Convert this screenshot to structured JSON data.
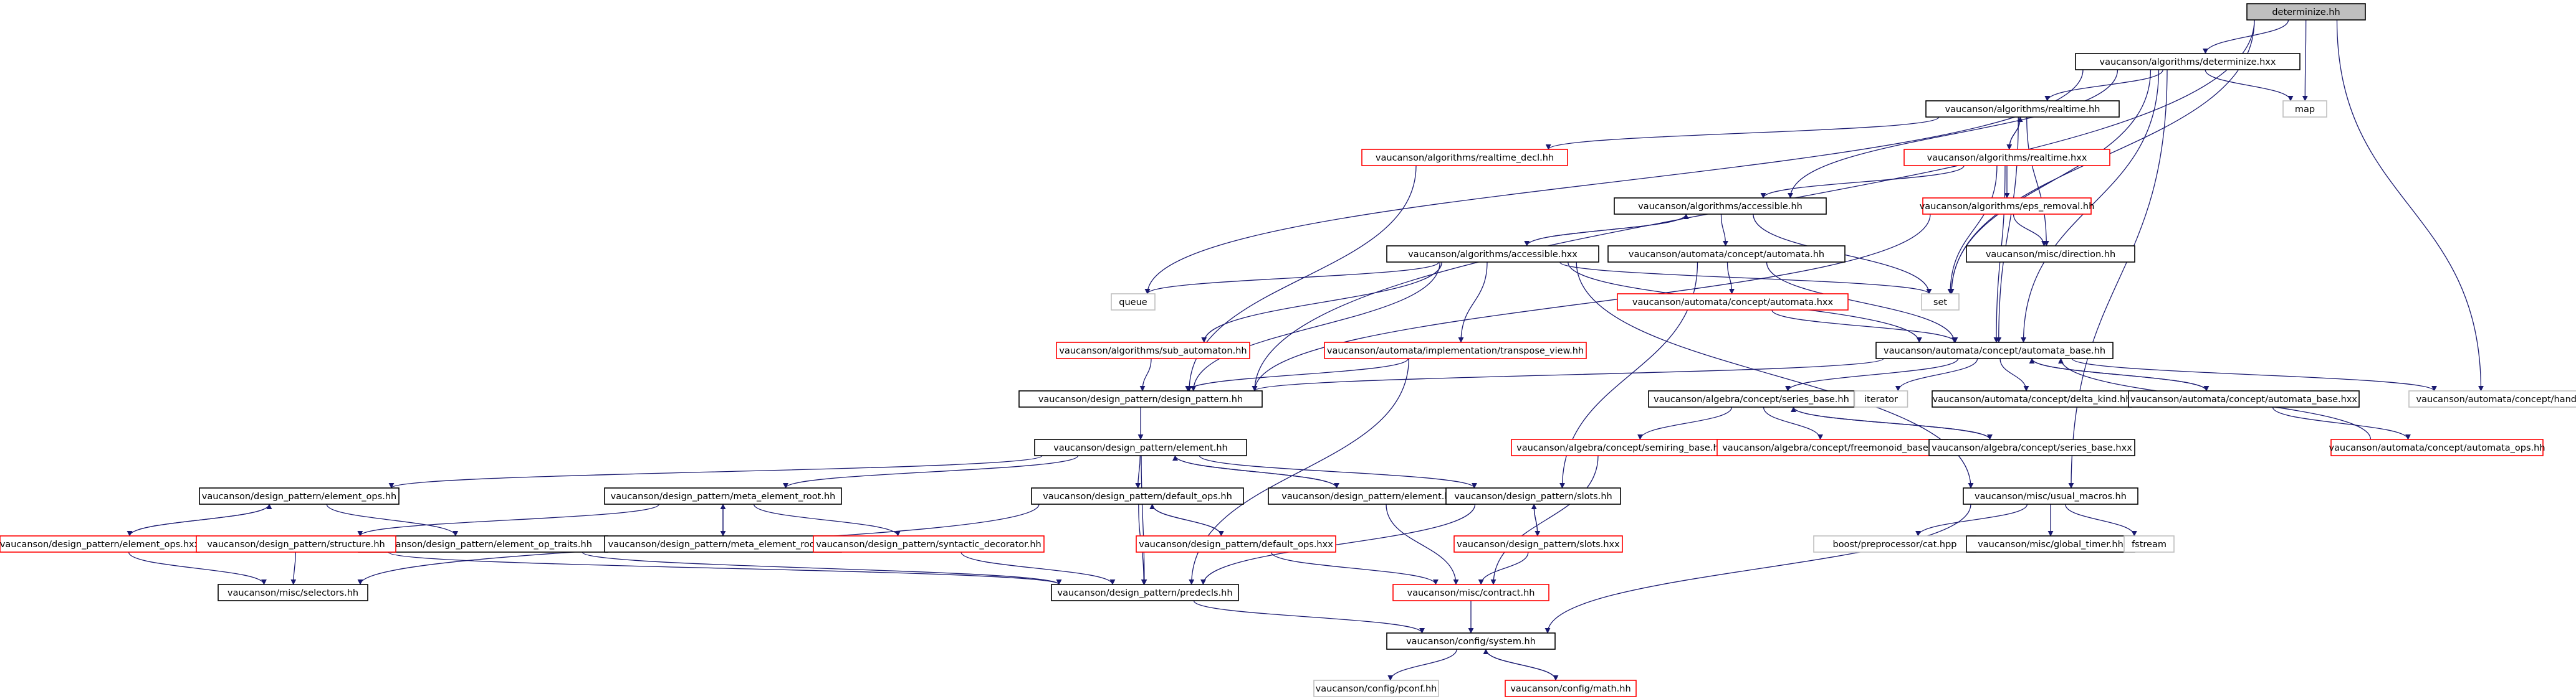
{
  "graph_title": "determinize.hh",
  "colors": {
    "edge": "#191970",
    "border": "#000000",
    "undocumented_border": "#ff0000",
    "external_border": "#bfbfbf",
    "root_fill": "#bfbfbf"
  },
  "nodes": [
    {
      "id": "determinize_hh",
      "label": "determinize.hh",
      "style": "root"
    },
    {
      "id": "determinize_hxx",
      "label": "vaucanson/algorithms/determinize.hxx",
      "style": "normal"
    },
    {
      "id": "map",
      "label": "map",
      "style": "ext"
    },
    {
      "id": "realtime_hh",
      "label": "vaucanson/algorithms/realtime.hh",
      "style": "normal"
    },
    {
      "id": "realtime_decl",
      "label": "vaucanson/algorithms/realtime_decl.hh",
      "style": "red"
    },
    {
      "id": "realtime_hxx",
      "label": "vaucanson/algorithms/realtime.hxx",
      "style": "red"
    },
    {
      "id": "accessible_hh",
      "label": "vaucanson/algorithms/accessible.hh",
      "style": "normal"
    },
    {
      "id": "eps_removal",
      "label": "vaucanson/algorithms/eps_removal.hh",
      "style": "red"
    },
    {
      "id": "direction",
      "label": "vaucanson/misc/direction.hh",
      "style": "normal"
    },
    {
      "id": "accessible_hxx",
      "label": "vaucanson/algorithms/accessible.hxx",
      "style": "normal"
    },
    {
      "id": "concept_automata_hh",
      "label": "vaucanson/automata/concept/automata.hh",
      "style": "normal"
    },
    {
      "id": "queue",
      "label": "queue",
      "style": "ext"
    },
    {
      "id": "set",
      "label": "set",
      "style": "ext"
    },
    {
      "id": "concept_automata_hxx",
      "label": "vaucanson/automata/concept/automata.hxx",
      "style": "red"
    },
    {
      "id": "sub_automaton",
      "label": "vaucanson/algorithms/sub_automaton.hh",
      "style": "red"
    },
    {
      "id": "transpose_view",
      "label": "vaucanson/automata/implementation/transpose_view.hh",
      "style": "red"
    },
    {
      "id": "automata_base_hh",
      "label": "vaucanson/automata/concept/automata_base.hh",
      "style": "normal"
    },
    {
      "id": "design_pattern_hh",
      "label": "vaucanson/design_pattern/design_pattern.hh",
      "style": "normal"
    },
    {
      "id": "series_base_hh",
      "label": "vaucanson/algebra/concept/series_base.hh",
      "style": "normal"
    },
    {
      "id": "iterator",
      "label": "iterator",
      "style": "ext"
    },
    {
      "id": "delta_kind",
      "label": "vaucanson/automata/concept/delta_kind.hh",
      "style": "normal"
    },
    {
      "id": "automata_base_hxx",
      "label": "vaucanson/automata/concept/automata_base.hxx",
      "style": "normal"
    },
    {
      "id": "handlers",
      "label": "vaucanson/automata/concept/handlers.hh",
      "style": "ext"
    },
    {
      "id": "element_hh",
      "label": "vaucanson/design_pattern/element.hh",
      "style": "normal"
    },
    {
      "id": "semiring_base",
      "label": "vaucanson/algebra/concept/semiring_base.hh",
      "style": "red"
    },
    {
      "id": "freemonoid_base",
      "label": "vaucanson/algebra/concept/freemonoid_base.hh",
      "style": "red"
    },
    {
      "id": "series_base_hxx",
      "label": "vaucanson/algebra/concept/series_base.hxx",
      "style": "normal"
    },
    {
      "id": "automata_ops",
      "label": "vaucanson/automata/concept/automata_ops.hh",
      "style": "red"
    },
    {
      "id": "element_ops_hh",
      "label": "vaucanson/design_pattern/element_ops.hh",
      "style": "normal"
    },
    {
      "id": "meta_element_root_hh",
      "label": "vaucanson/design_pattern/meta_element_root.hh",
      "style": "normal"
    },
    {
      "id": "default_ops_hh",
      "label": "vaucanson/design_pattern/default_ops.hh",
      "style": "normal"
    },
    {
      "id": "element_hxx",
      "label": "vaucanson/design_pattern/element.hxx",
      "style": "normal"
    },
    {
      "id": "slots_hh",
      "label": "vaucanson/design_pattern/slots.hh",
      "style": "normal"
    },
    {
      "id": "usual_macros",
      "label": "vaucanson/misc/usual_macros.hh",
      "style": "normal"
    },
    {
      "id": "element_ops_hxx",
      "label": "vaucanson/design_pattern/element_ops.hxx",
      "style": "red"
    },
    {
      "id": "element_op_traits",
      "label": "vaucanson/design_pattern/element_op_traits.hh",
      "style": "normal"
    },
    {
      "id": "structure_hh",
      "label": "vaucanson/design_pattern/structure.hh",
      "style": "red"
    },
    {
      "id": "meta_element_root_hxx",
      "label": "vaucanson/design_pattern/meta_element_root.hxx",
      "style": "normal"
    },
    {
      "id": "syntactic_decorator",
      "label": "vaucanson/design_pattern/syntactic_decorator.hh",
      "style": "red"
    },
    {
      "id": "default_ops_hxx",
      "label": "vaucanson/design_pattern/default_ops.hxx",
      "style": "red"
    },
    {
      "id": "slots_hxx",
      "label": "vaucanson/design_pattern/slots.hxx",
      "style": "red"
    },
    {
      "id": "cat_hpp",
      "label": "boost/preprocessor/cat.hpp",
      "style": "ext"
    },
    {
      "id": "global_timer",
      "label": "vaucanson/misc/global_timer.hh",
      "style": "normal"
    },
    {
      "id": "fstream",
      "label": "fstream",
      "style": "ext"
    },
    {
      "id": "selectors",
      "label": "vaucanson/misc/selectors.hh",
      "style": "normal"
    },
    {
      "id": "predecls",
      "label": "vaucanson/design_pattern/predecls.hh",
      "style": "normal"
    },
    {
      "id": "contract",
      "label": "vaucanson/misc/contract.hh",
      "style": "red"
    },
    {
      "id": "system_hh",
      "label": "vaucanson/config/system.hh",
      "style": "normal"
    },
    {
      "id": "pconf",
      "label": "vaucanson/config/pconf.hh",
      "style": "ext"
    },
    {
      "id": "math_hh",
      "label": "vaucanson/config/math.hh",
      "style": "red"
    }
  ]
}
